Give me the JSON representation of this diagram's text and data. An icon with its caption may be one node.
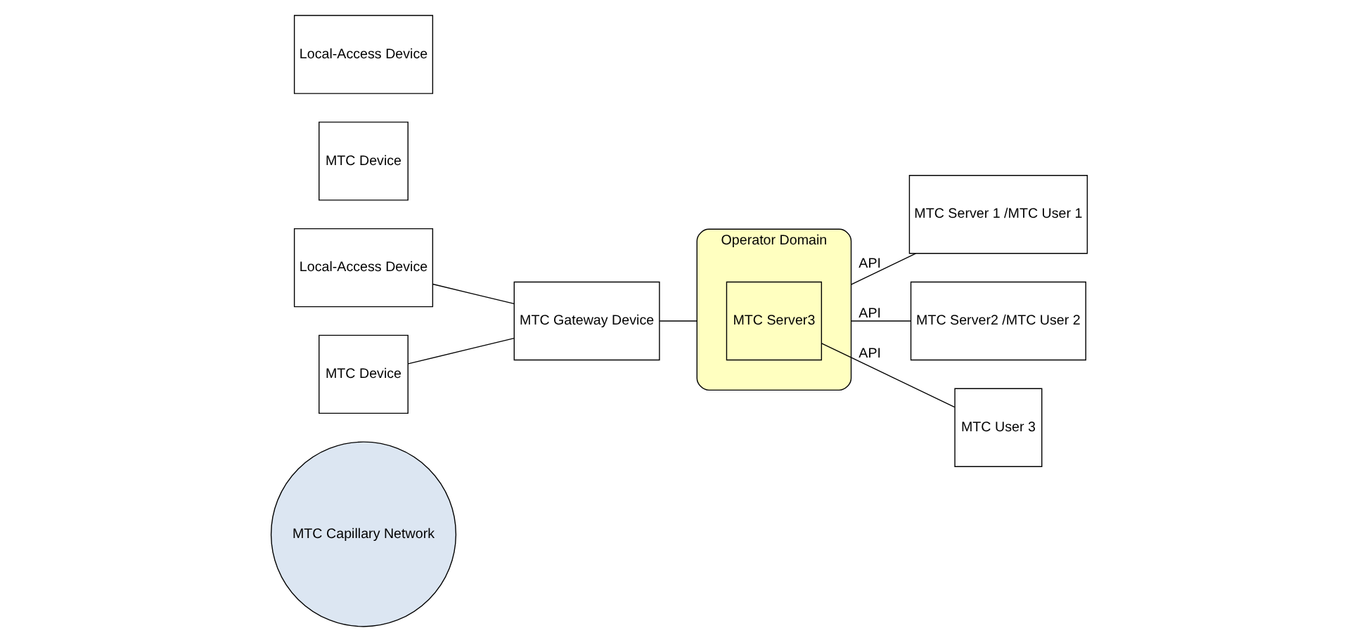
{
  "diagram": {
    "nodes": [
      {
        "text": [
          "MTC Capillary Network"
        ]
      },
      {
        "text": [
          "Local-Access Device"
        ]
      },
      {
        "text": [
          "MTC Device"
        ]
      },
      {
        "text": [
          "Local-Access Device"
        ]
      },
      {
        "text": [
          "MTC Device"
        ]
      },
      {
        "text": [
          "MTC Gateway Device"
        ]
      },
      {
        "text": [
          "Operator Domain"
        ]
      },
      {
        "text": [
          "MTC Server3"
        ],
        "in": 6
      },
      {
        "text": [
          "MTC Server 1 /MTC User 1"
        ]
      },
      {
        "text": [
          "MTC Server2 /MTC User 2"
        ]
      },
      {
        "text": [
          "MTC User 3"
        ]
      }
    ],
    "edges": [
      {
        "from": 1,
        "to": 5,
        "arrow": "none"
      },
      {
        "from": 4,
        "to": 5,
        "arrow": "none"
      },
      {
        "from": 5,
        "to": 6,
        "arrow": "none"
      },
      {
        "from": 6,
        "to": 8,
        "arrow": "none",
        "label": "API"
      },
      {
        "from": 6,
        "to": 9,
        "arrow": "none",
        "label": "API"
      },
      {
        "from": 7,
        "to": 10,
        "arrow": "none",
        "label": "API"
      }
    ]
  }
}
